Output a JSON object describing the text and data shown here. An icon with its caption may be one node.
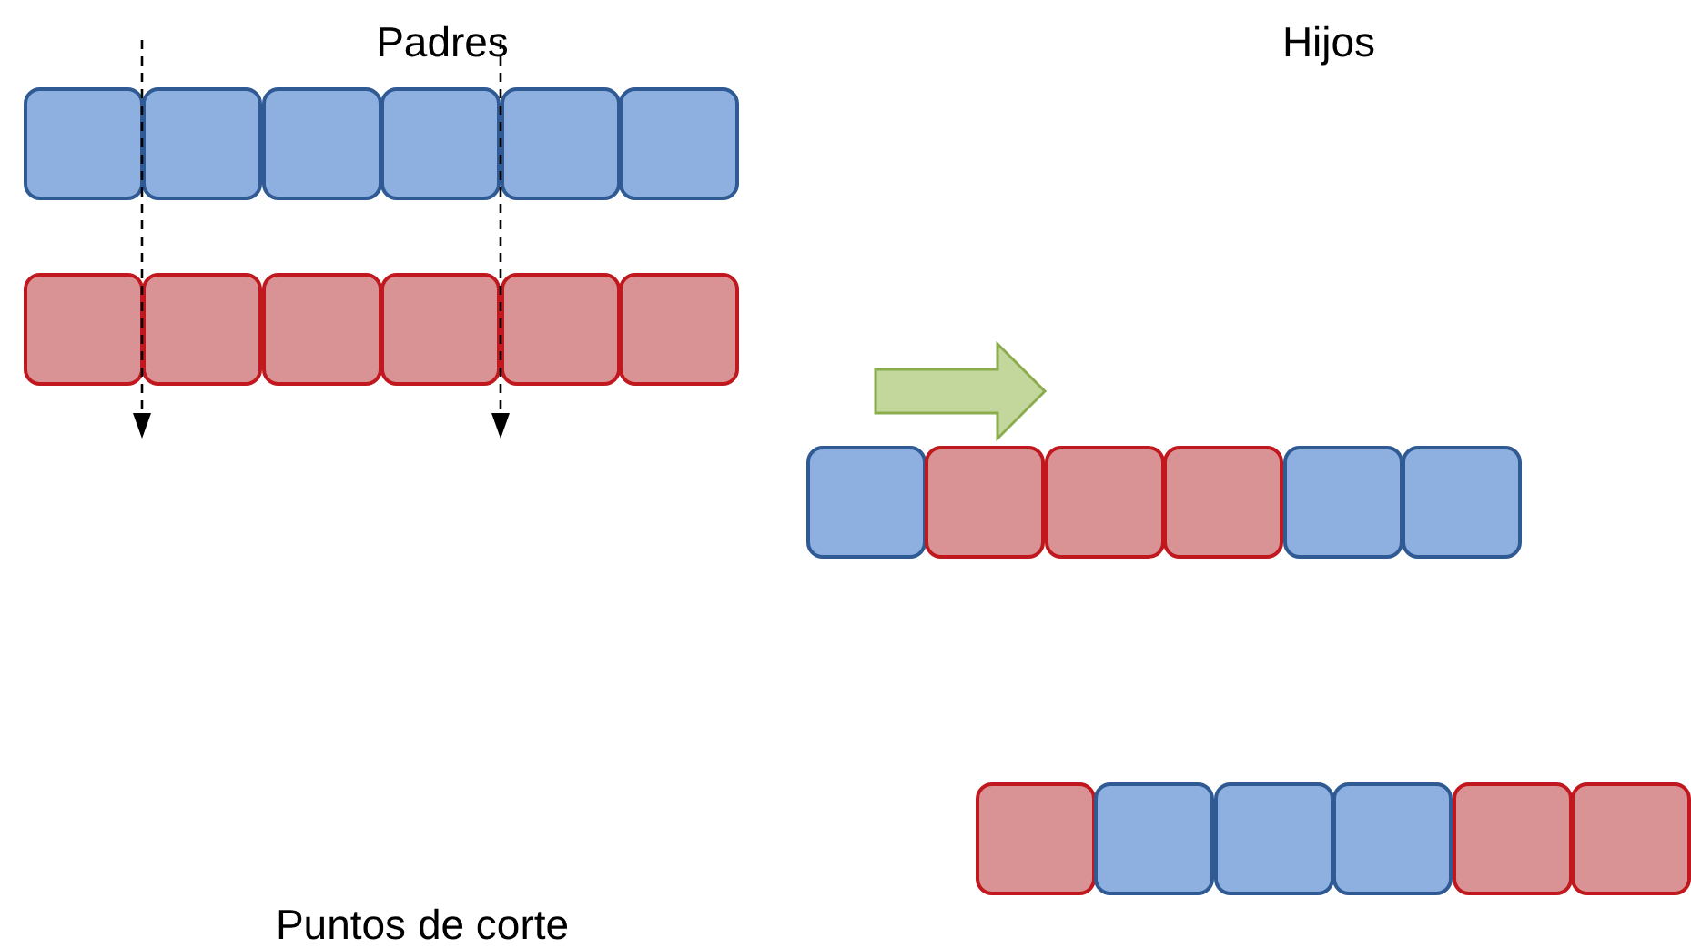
{
  "diagram": {
    "labels": [
      "Padres",
      "Hijos",
      "Puntos de corte"
    ]
  }
}
